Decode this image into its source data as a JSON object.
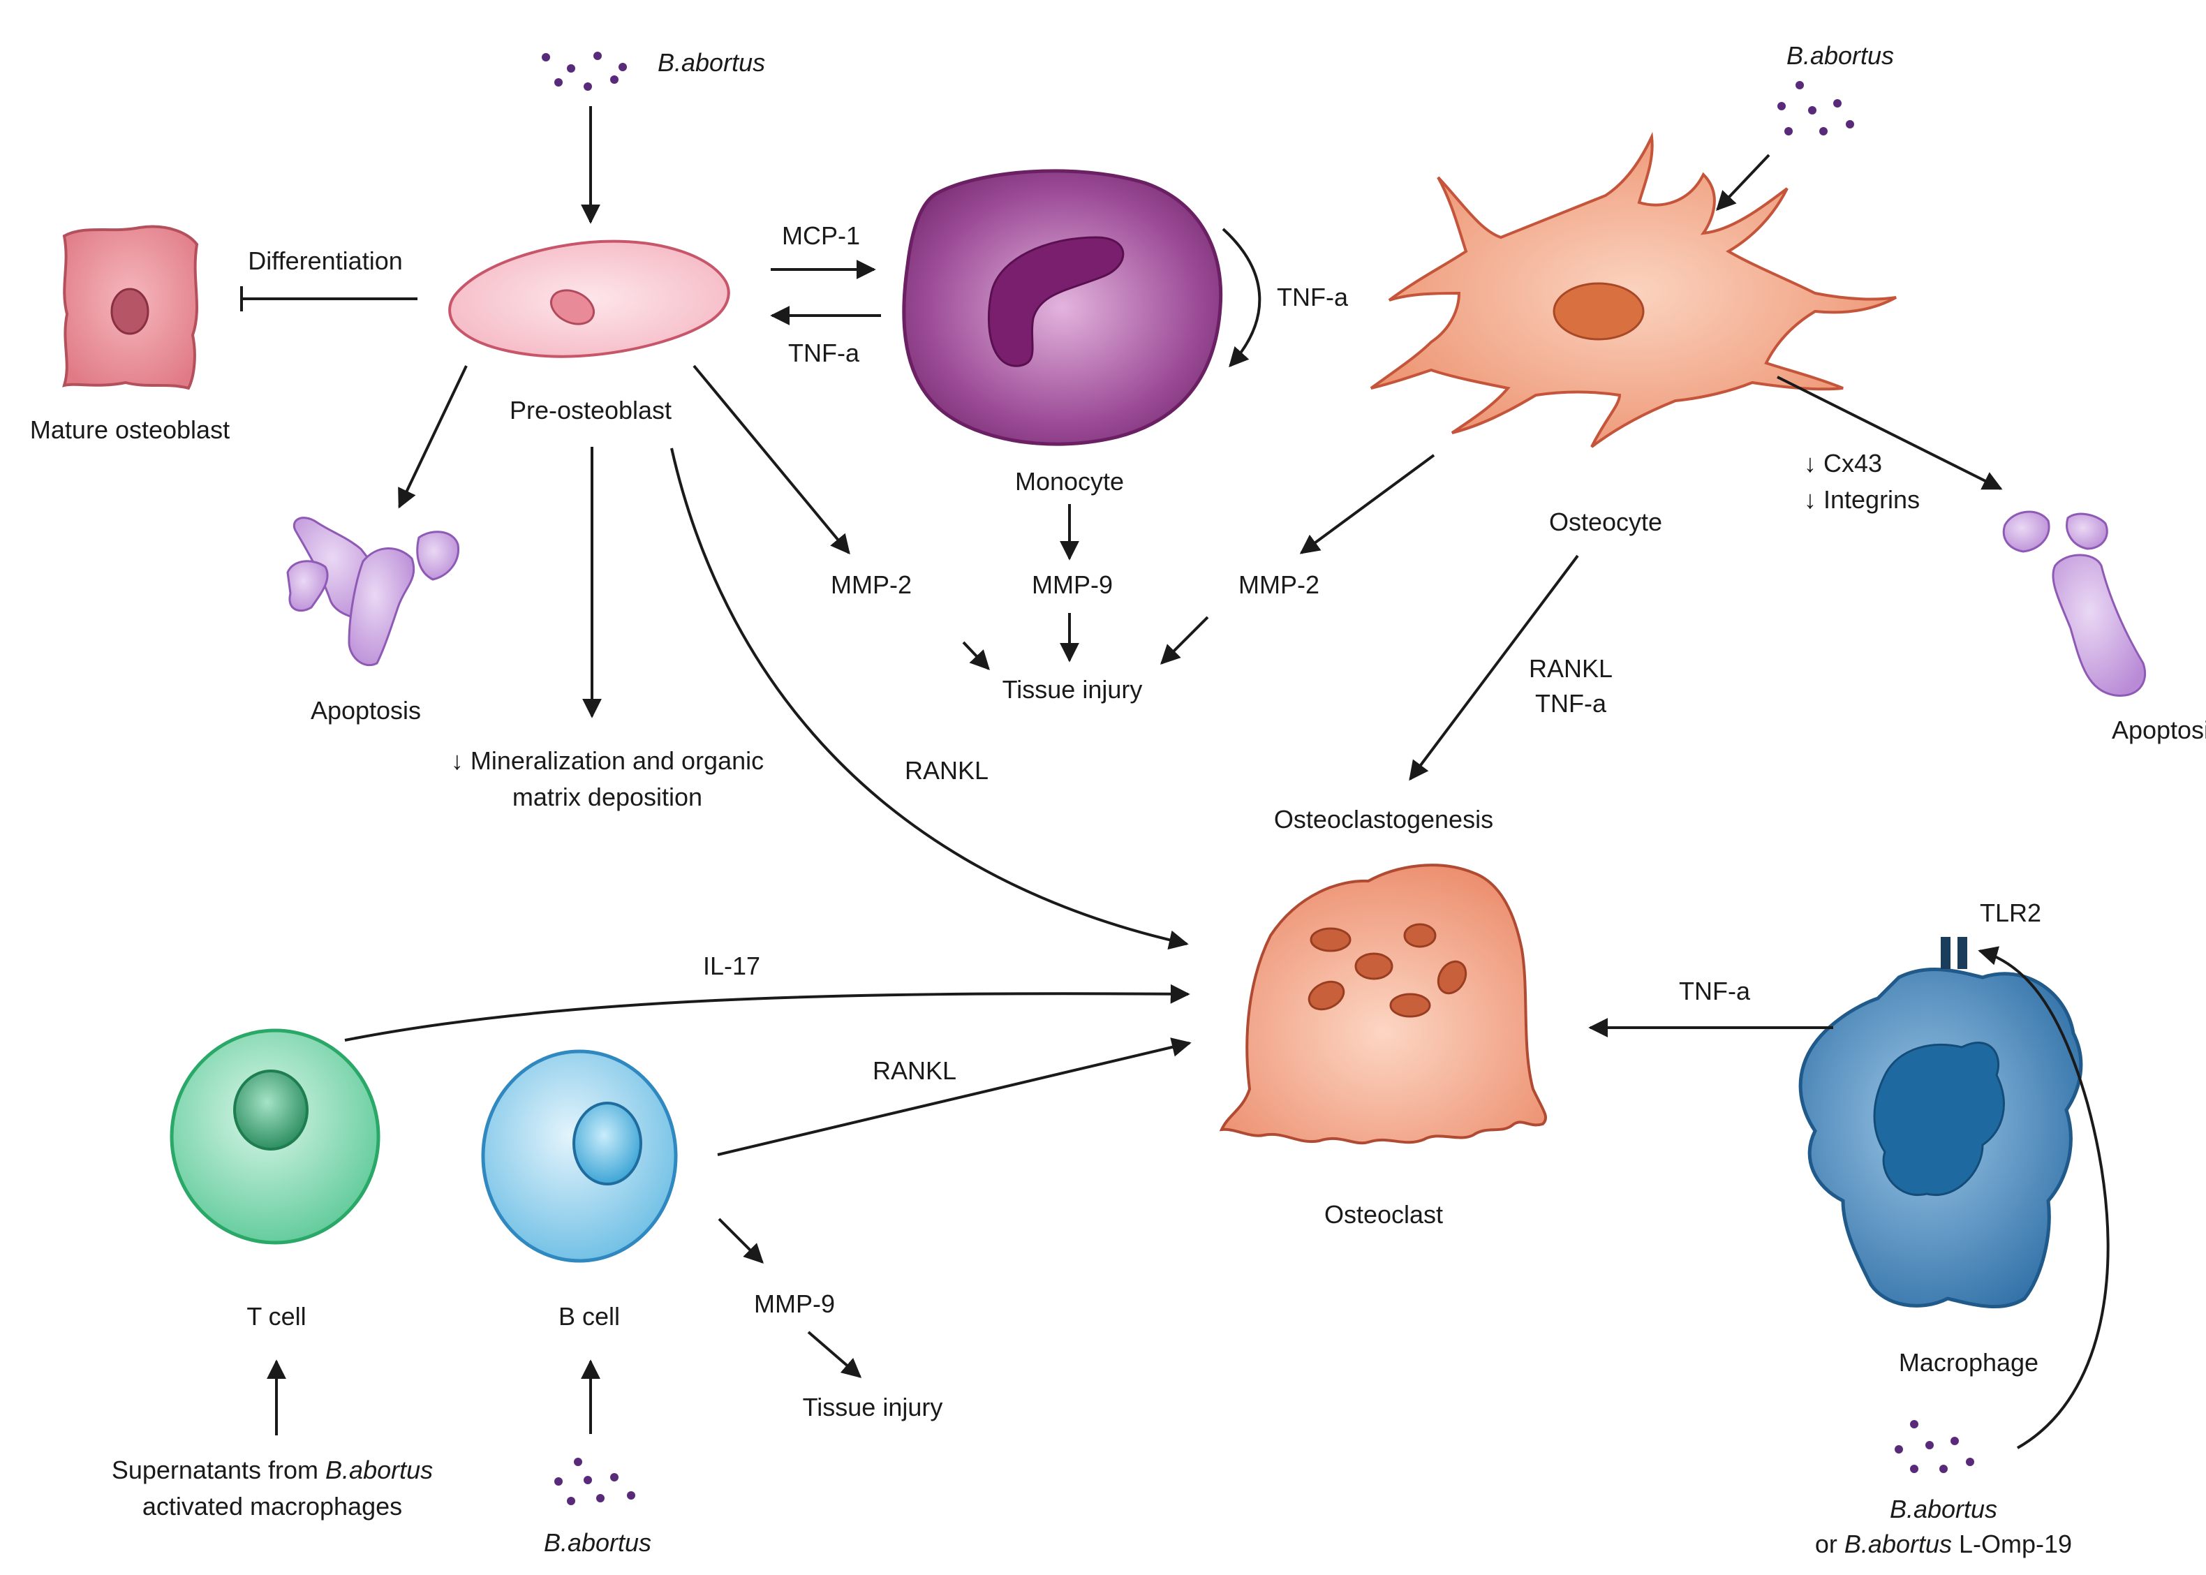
{
  "labels": {
    "b_abortus": "B.abortus",
    "mature_osteoblast": "Mature osteoblast",
    "differentiation": "Differentiation",
    "pre_osteoblast": "Pre-osteoblast",
    "mcp1": "MCP-1",
    "tnfa": "TNF-a",
    "monocyte": "Monocyte",
    "osteocyte": "Osteocyte",
    "apoptosis": "Apoptosis",
    "mmp2": "MMP-2",
    "mmp9": "MMP-9",
    "tissue_injury": "Tissue injury",
    "cx43": "↓ Cx43",
    "integrins": "↓ Integrins",
    "mineralization_line1": "↓ Mineralization and organic",
    "mineralization_line2": "matrix deposition",
    "rankl": "RANKL",
    "osteoclastogenesis": "Osteoclastogenesis",
    "il17": "IL-17",
    "tlr2": "TLR2",
    "osteoclast": "Osteoclast",
    "t_cell": "T cell",
    "b_cell": "B cell",
    "macrophage": "Macrophage",
    "supernatants_prefix": "Supernatants from ",
    "activated_macrophages": "activated macrophages",
    "or": "or ",
    "l_omp19": " L-Omp-19"
  },
  "colors": {
    "bacteria": "#5a2a7a",
    "osteoblast_fill": "#e9858f",
    "pre_osteoblast_fill": "#f8cdd6",
    "monocyte_fill": "#8f3f8a",
    "osteocyte_fill": "#f0a07e",
    "apoptosis_fill": "#c9a1df",
    "osteoclast_fill": "#ef9f80",
    "t_cell_fill": "#8fdcb9",
    "b_cell_fill": "#9fd3ef",
    "macrophage_fill": "#4c8ec2"
  }
}
